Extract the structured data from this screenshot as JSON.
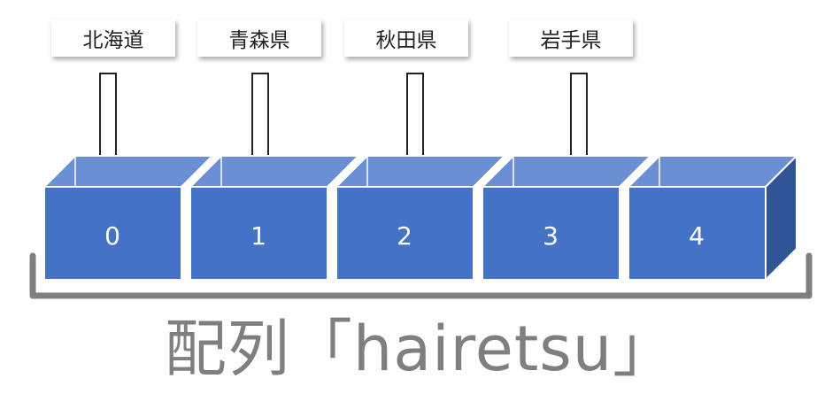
{
  "labels": [
    "北海道",
    "青森県",
    "秋田県",
    "岩手県"
  ],
  "cells": [
    "0",
    "1",
    "2",
    "3",
    "4"
  ],
  "caption": "配列「hairetsu」",
  "colors": {
    "front": "#4472c4",
    "top": "#6a8fd4",
    "side": "#2f5597",
    "edge": "#ffffff",
    "bracket": "#7f7f7f",
    "caption": "#7f7f7f"
  }
}
